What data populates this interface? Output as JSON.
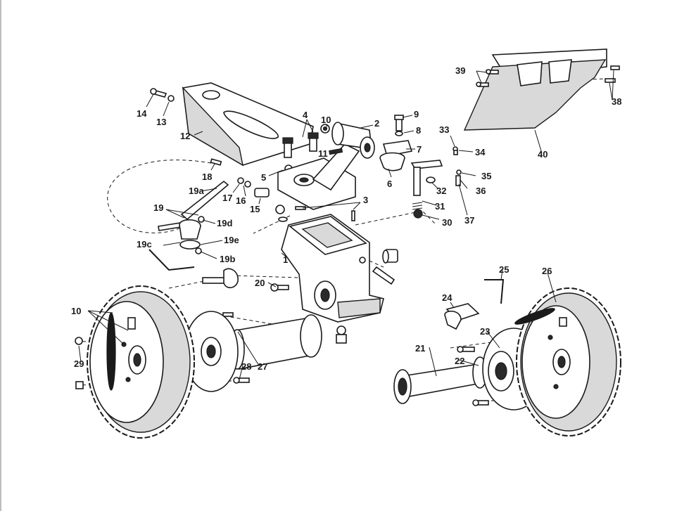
{
  "labels": {
    "l1": "1",
    "l2": "2",
    "l3": "3",
    "l4": "4",
    "l5": "5",
    "l6": "6",
    "l7": "7",
    "l8": "8",
    "l9": "9",
    "l10a": "10",
    "l10b": "10",
    "l11": "11",
    "l12": "12",
    "l13": "13",
    "l14": "14",
    "l15": "15",
    "l16": "16",
    "l17": "17",
    "l18": "18",
    "l19": "19",
    "l19a": "19a",
    "l19b": "19b",
    "l19c": "19c",
    "l19d": "19d",
    "l19e": "19e",
    "l20": "20",
    "l21": "21",
    "l22": "22",
    "l23": "23",
    "l24": "24",
    "l25": "25",
    "l26": "26",
    "l27": "27",
    "l28": "28",
    "l29": "29",
    "l30": "30",
    "l31": "31",
    "l32": "32",
    "l33": "33",
    "l34": "34",
    "l35": "35",
    "l36": "36",
    "l37": "37",
    "l38": "38",
    "l39": "39",
    "l40": "40"
  }
}
